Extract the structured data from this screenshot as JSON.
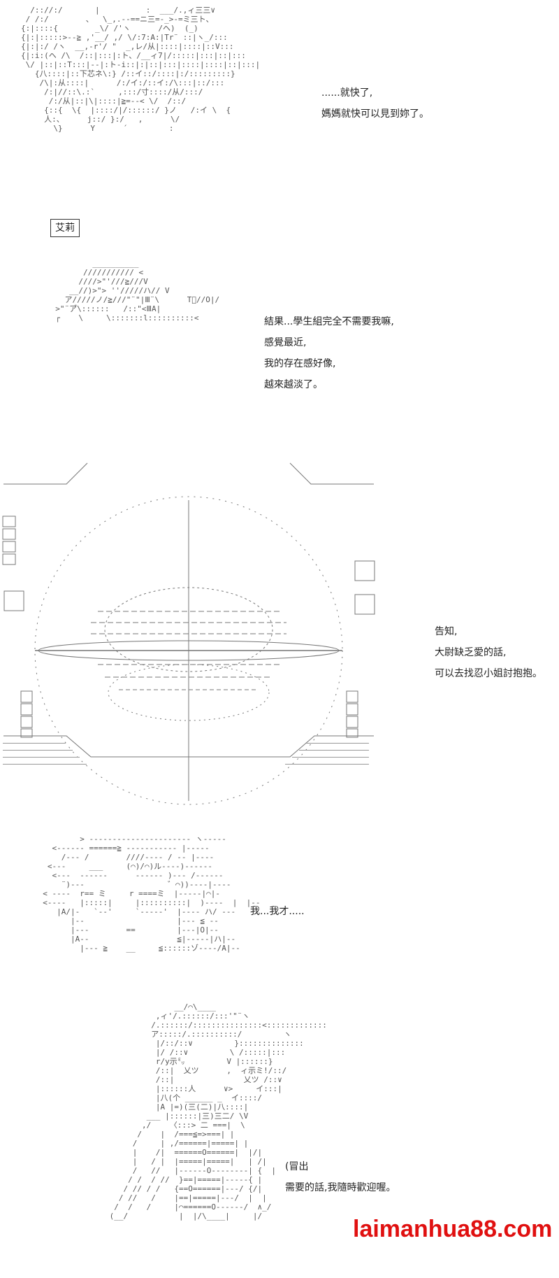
{
  "panels": [
    {
      "lines": [
        "......就快了,",
        "媽媽就快可以見到妳了。"
      ]
    },
    {
      "name_tag": "艾莉",
      "lines": [
        "結果...學生組完全不需要我嘛,",
        "感覺最近,",
        "我的存在感好像,",
        "越來越淡了。"
      ]
    },
    {
      "lines": [
        "告知,",
        "大尉缺乏愛的話,",
        "可以去找忍小姐討抱抱。"
      ]
    },
    {
      "lines": [
        "我...我才....."
      ]
    },
    {
      "lines": [
        "(冒出",
        "需要的話,我隨時歡迎喔。"
      ]
    }
  ],
  "watermark": "laimanhua88.com"
}
